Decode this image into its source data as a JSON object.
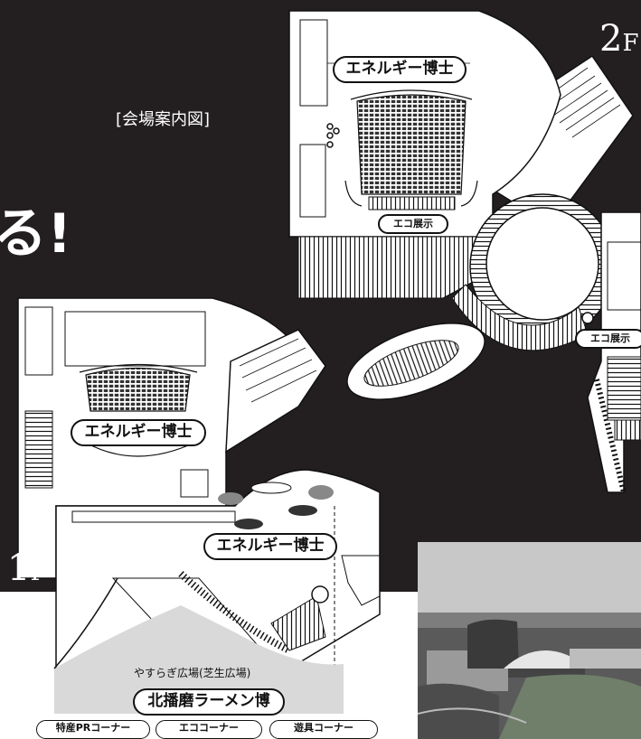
{
  "map": {
    "title": "[会場案内図]",
    "headline_fragment": "る!",
    "floors": [
      {
        "number": "2",
        "suffix": "F"
      },
      {
        "number": "1",
        "suffix": "F"
      }
    ],
    "labels": {
      "energy_2f": "エネルギー博士",
      "eco_display_2f_theater": "エコ展示",
      "eco_display_2f_right": "エコ展示",
      "energy_1f_theater": "エネルギー博士",
      "energy_1f_hall": "エネルギー博士",
      "plaza": "やすらぎ広場(芝生広場)",
      "ramen": "北播磨ラーメン博",
      "corners": [
        "特産PRコーナー",
        "エココーナー",
        "遊具コーナー"
      ]
    }
  },
  "colors": {
    "background": "#231f20",
    "floor_fill": "#ffffff",
    "plaza_fill": "#d9d9d9",
    "line": "#111111"
  }
}
